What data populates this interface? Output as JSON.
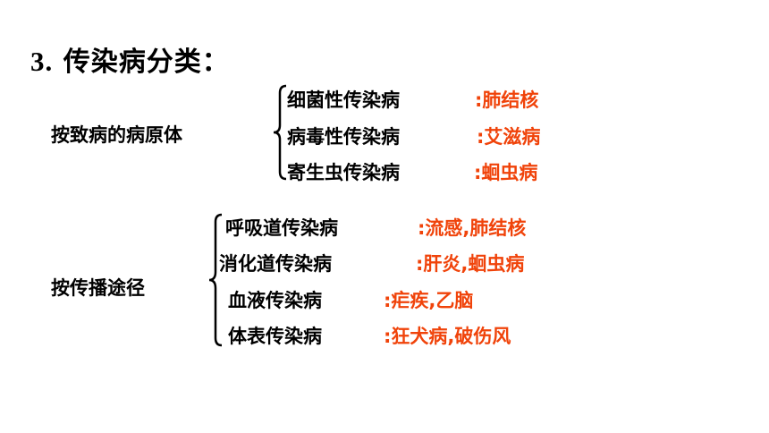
{
  "title": {
    "number": "3.",
    "text": "传染病分类："
  },
  "groups": [
    {
      "label": "按致病的病原体",
      "items": [
        {
          "name": "细菌性传染病",
          "example": ":肺结核"
        },
        {
          "name": "病毒性传染病",
          "example": ":艾滋病"
        },
        {
          "name": "寄生虫传染病",
          "example": ":蛔虫病"
        }
      ]
    },
    {
      "label": "按传播途径",
      "items": [
        {
          "name": "呼吸道传染病",
          "example": ":流感,肺结核"
        },
        {
          "name": "消化道传染病",
          "example": ":肝炎,蛔虫病"
        },
        {
          "name": "血液传染病",
          "example": ":疟疾,乙脑"
        },
        {
          "name": "体表传染病",
          "example": ":狂犬病,破伤风"
        }
      ]
    }
  ],
  "colors": {
    "text": "#000000",
    "example": "#f0430a",
    "background": "#ffffff"
  }
}
